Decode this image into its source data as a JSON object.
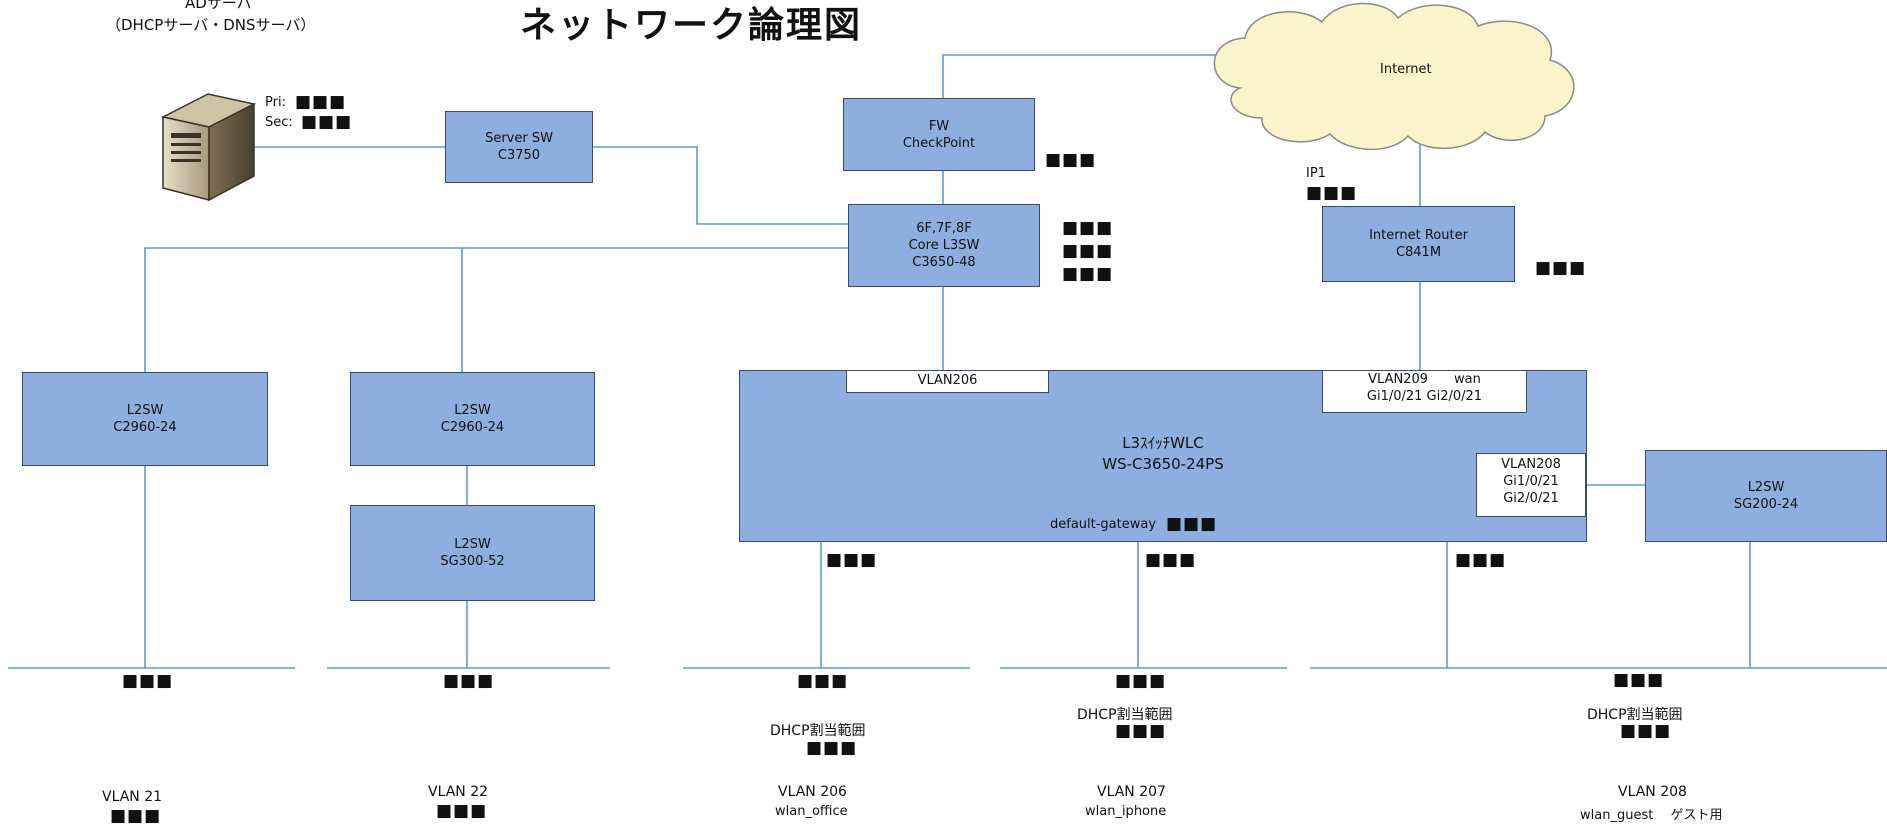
{
  "title": "ネットワーク論理図",
  "ad_server": {
    "line1": "ADサーバ",
    "line2": "（DHCPサーバ・DNSサーバ）",
    "pri_label": "Pri:",
    "sec_label": "Sec:"
  },
  "redacted": "■■■",
  "internet": {
    "label": "Internet"
  },
  "ip1_label": "IP1",
  "devices": {
    "server_sw": {
      "name": "Server SW",
      "model": "C3750"
    },
    "fw": {
      "name": "FW",
      "model": "CheckPoint"
    },
    "core": {
      "floors": "6F,7F,8F",
      "name": "Core L3SW",
      "model": "C3650-48"
    },
    "router": {
      "name": "Internet Router",
      "model": "C841M"
    },
    "l2sw_a": {
      "name": "L2SW",
      "model": "C2960-24"
    },
    "l2sw_b": {
      "name": "L2SW",
      "model": "C2960-24"
    },
    "l2sw_c": {
      "name": "L2SW",
      "model": "SG300-52"
    },
    "l2sw_d": {
      "name": "L2SW",
      "model": "SG200-24"
    },
    "wlc": {
      "name": "L3ｽｲｯﾁWLC",
      "model": "WS-C3650-24PS",
      "vlan206": "VLAN206",
      "vlan209": "VLAN209　　wan",
      "vlan209_ports": "Gi1/0/21  Gi2/0/21",
      "vlan208": "VLAN208",
      "vlan208_port1": "Gi1/0/21",
      "vlan208_port2": "Gi2/0/21",
      "gateway": "default-gateway"
    }
  },
  "dhcp_label": "DHCP割当範囲",
  "vlans": {
    "v21": {
      "name": "VLAN 21"
    },
    "v22": {
      "name": "VLAN 22"
    },
    "v206": {
      "name": "VLAN 206",
      "ssid": "wlan_office"
    },
    "v207": {
      "name": "VLAN 207",
      "ssid": "wlan_iphone"
    },
    "v208": {
      "name": "VLAN 208",
      "ssid": "wlan_guest　 ゲスト用"
    }
  },
  "colors": {
    "box_fill": "#8eaee0",
    "box_border": "#3b4c6b",
    "wire": "#5b9bd5",
    "cloud_fill": "#fbf3c9"
  }
}
